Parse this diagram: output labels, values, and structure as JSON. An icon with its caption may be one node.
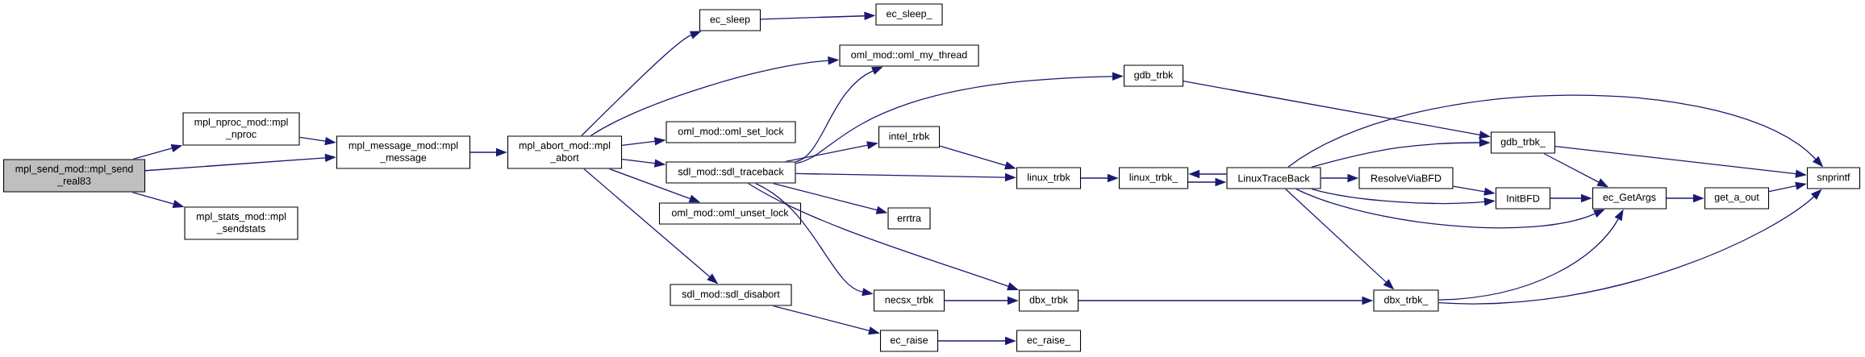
{
  "diagram": {
    "nodes": [
      {
        "text": [
          "mpl_send_mod::mpl_send _real83"
        ]
      },
      {
        "text": [
          "mpl_nproc_mod::mpl _nproc"
        ]
      },
      {
        "text": [
          "mpl_stats_mod::mpl _sendstats"
        ]
      },
      {
        "text": [
          "mpl_message_mod::mpl _message"
        ]
      },
      {
        "text": [
          "mpl_abort_mod::mpl _abort"
        ]
      },
      {
        "text": [
          "ec_sleep"
        ]
      },
      {
        "text": [
          "ec_sleep_"
        ]
      },
      {
        "text": [
          "oml_mod::oml_my_thread"
        ]
      },
      {
        "text": [
          "oml_mod::oml_set_lock"
        ]
      },
      {
        "text": [
          "sdl_mod::sdl_traceback"
        ]
      },
      {
        "text": [
          "oml_mod::oml_unset_lock"
        ]
      },
      {
        "text": [
          "sdl_mod::sdl_disabort"
        ]
      },
      {
        "text": [
          "gdb_trbk"
        ]
      },
      {
        "text": [
          "intel_trbk"
        ]
      },
      {
        "text": [
          "errtra"
        ]
      },
      {
        "text": [
          "necsx_trbk"
        ]
      },
      {
        "text": [
          "ec_raise"
        ]
      },
      {
        "text": [
          "linux_trbk"
        ]
      },
      {
        "text": [
          "dbx_trbk"
        ]
      },
      {
        "text": [
          "ec_raise_"
        ]
      },
      {
        "text": [
          "linux_trbk_"
        ]
      },
      {
        "text": [
          "LinuxTraceBack"
        ]
      },
      {
        "text": [
          "ResolveViaBFD"
        ]
      },
      {
        "text": [
          "gdb_trbk_"
        ]
      },
      {
        "text": [
          "InitBFD"
        ]
      },
      {
        "text": [
          "ec_GetArgs"
        ]
      },
      {
        "text": [
          "get_a_out"
        ]
      },
      {
        "text": [
          "snprintf"
        ]
      },
      {
        "text": [
          "dbx_trbk_"
        ]
      }
    ],
    "edges": [
      {
        "from": 0,
        "to": 1,
        "arrow": "to"
      },
      {
        "from": 0,
        "to": 3,
        "arrow": "to"
      },
      {
        "from": 0,
        "to": 2,
        "arrow": "to"
      },
      {
        "from": 1,
        "to": 3,
        "arrow": "to"
      },
      {
        "from": 3,
        "to": 4,
        "arrow": "to"
      },
      {
        "from": 4,
        "to": 5,
        "arrow": "to"
      },
      {
        "from": 4,
        "to": 7,
        "arrow": "to"
      },
      {
        "from": 4,
        "to": 8,
        "arrow": "to"
      },
      {
        "from": 4,
        "to": 9,
        "arrow": "to"
      },
      {
        "from": 4,
        "to": 10,
        "arrow": "to"
      },
      {
        "from": 4,
        "to": 11,
        "arrow": "to"
      },
      {
        "from": 5,
        "to": 6,
        "arrow": "to"
      },
      {
        "from": 9,
        "to": 7,
        "arrow": "to"
      },
      {
        "from": 9,
        "to": 12,
        "arrow": "to"
      },
      {
        "from": 9,
        "to": 13,
        "arrow": "to"
      },
      {
        "from": 9,
        "to": 17,
        "arrow": "to"
      },
      {
        "from": 9,
        "to": 14,
        "arrow": "to"
      },
      {
        "from": 9,
        "to": 18,
        "arrow": "to"
      },
      {
        "from": 9,
        "to": 15,
        "arrow": "to"
      },
      {
        "from": 11,
        "to": 16,
        "arrow": "to"
      },
      {
        "from": 16,
        "to": 19,
        "arrow": "to"
      },
      {
        "from": 12,
        "to": 23,
        "arrow": "to"
      },
      {
        "from": 13,
        "to": 17,
        "arrow": "to"
      },
      {
        "from": 15,
        "to": 18,
        "arrow": "to"
      },
      {
        "from": 17,
        "to": 20,
        "arrow": "to"
      },
      {
        "from": 20,
        "to": 21,
        "arrow": "to"
      },
      {
        "from": 21,
        "to": 20,
        "arrow": "to"
      },
      {
        "from": 21,
        "to": 22,
        "arrow": "to"
      },
      {
        "from": 21,
        "to": 27,
        "arrow": "to"
      },
      {
        "from": 21,
        "to": 23,
        "arrow": "to"
      },
      {
        "from": 21,
        "to": 24,
        "arrow": "to"
      },
      {
        "from": 21,
        "to": 25,
        "arrow": "to"
      },
      {
        "from": 21,
        "to": 28,
        "arrow": "to"
      },
      {
        "from": 22,
        "to": 24,
        "arrow": "to"
      },
      {
        "from": 23,
        "to": 27,
        "arrow": "to"
      },
      {
        "from": 23,
        "to": 25,
        "arrow": "to"
      },
      {
        "from": 24,
        "to": 25,
        "arrow": "to"
      },
      {
        "from": 25,
        "to": 26,
        "arrow": "to"
      },
      {
        "from": 26,
        "to": 27,
        "arrow": "to"
      },
      {
        "from": 28,
        "to": 25,
        "arrow": "to"
      },
      {
        "from": 28,
        "to": 27,
        "arrow": "to"
      },
      {
        "from": 18,
        "to": 28,
        "arrow": "to"
      }
    ]
  }
}
